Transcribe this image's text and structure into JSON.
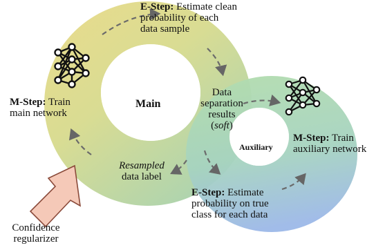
{
  "diagram": {
    "colors": {
      "main_ring_top": "#e8d98a",
      "main_ring_left": "#c9d98e",
      "main_ring_bottom": "#b6d7b8",
      "aux_ring": "#a9d8b0",
      "aux_ring_bottom": "#9ab5e6",
      "arrow": "#6b6b6b",
      "regularizer_fill": "#f5c9b8",
      "regularizer_stroke": "#8a4a3a"
    },
    "main_label": "Main",
    "aux_label": "Auxiliary",
    "estep_main": {
      "bold": "E-Step:",
      "line1_rest": " Estimate clean",
      "line2": "probability of each",
      "line3": "data sample"
    },
    "mstep_main": {
      "bold": "M-Step:",
      "line1_rest": " Train",
      "line2": "main network"
    },
    "separation": {
      "line1": "Data",
      "line2": "separation",
      "line3": "results",
      "line4_open": "(",
      "line4_italic": "soft",
      "line4_close": ")"
    },
    "resampled": {
      "italic": "Resampled",
      "line2": "data label"
    },
    "mstep_aux": {
      "bold": "M-Step:",
      "line1_rest": " Train",
      "line2a": "auxiliary",
      "line2b": "network"
    },
    "estep_aux": {
      "bold": "E-Step:",
      "line1_rest": " Estimate",
      "line2": "probability on true",
      "line3": "class for each data"
    },
    "regularizer": {
      "line1": "Confidence",
      "line2": "regularizer"
    },
    "icons": [
      "neural-network-icon",
      "neural-network-icon"
    ]
  }
}
